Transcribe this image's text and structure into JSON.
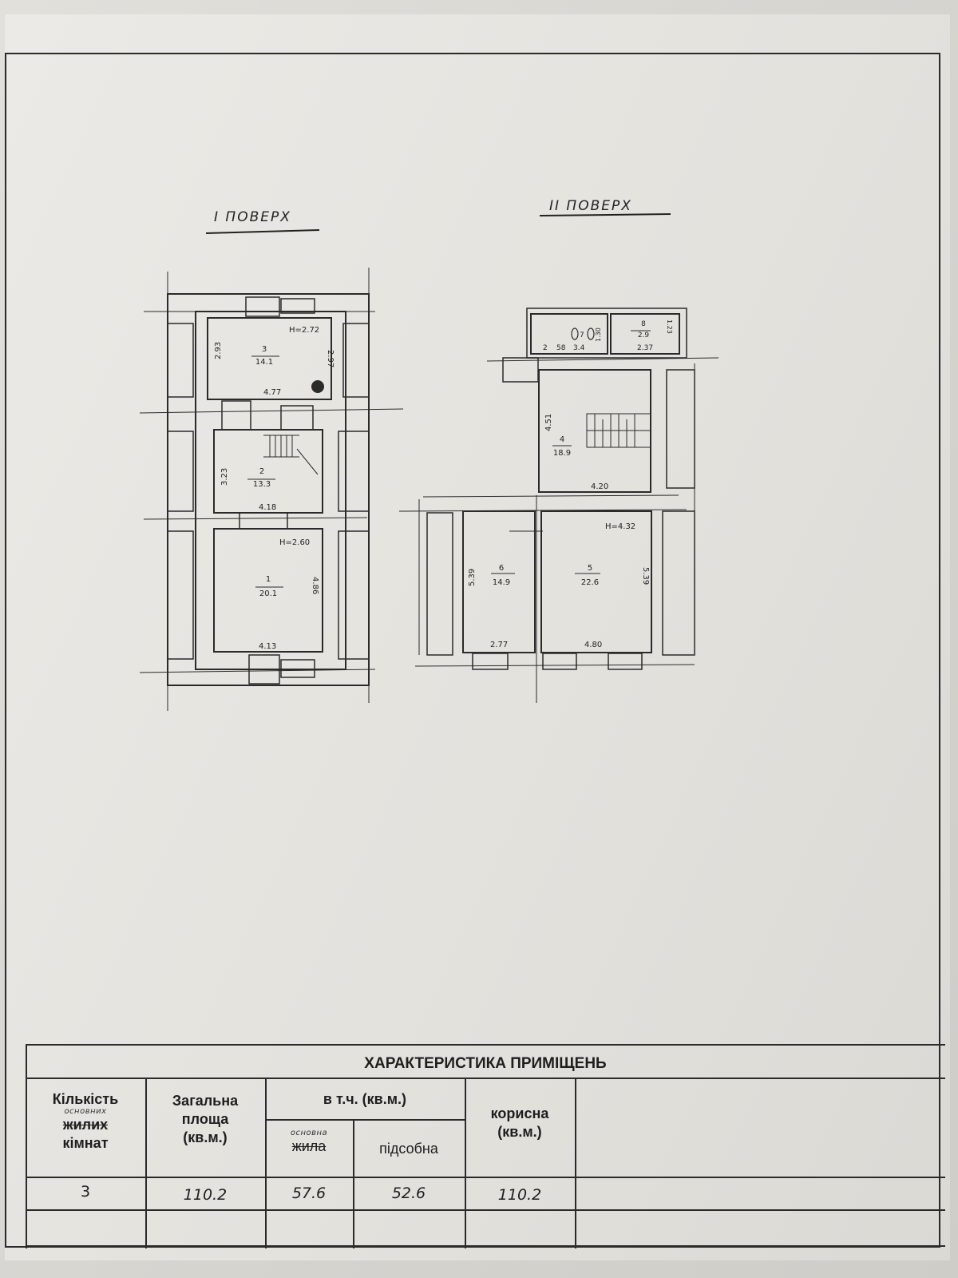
{
  "floors": {
    "first_title": "I ПОВЕРХ",
    "second_title": "II ПОВЕРХ"
  },
  "first_floor_rooms": {
    "room3": {
      "num": "3",
      "area": "14.1",
      "height": "H=2.72",
      "dim_left": "2.93",
      "dim_right": "2.97",
      "dim_bottom": "4.77"
    },
    "room2": {
      "num": "2",
      "area": "13.3",
      "dim_left": "3.23",
      "dim_bottom": "4.18"
    },
    "room1": {
      "num": "1",
      "area": "20.1",
      "height": "H=2.60",
      "dim_right": "4.86",
      "dim_bottom": "4.13"
    }
  },
  "second_floor_rooms": {
    "room7": {
      "num": "7",
      "area": "3.4",
      "dim_a": "2",
      "dim_b": "58",
      "dim_c": "1.30"
    },
    "room8": {
      "num": "8",
      "area": "2.9",
      "dim_a": "1.23",
      "dim_b": "2.37"
    },
    "room4": {
      "num": "4",
      "area": "18.9",
      "dim_left": "4.51",
      "dim_bottom": "4.20"
    },
    "room6": {
      "num": "6",
      "area": "14.9",
      "dim_left": "5.39",
      "dim_bottom": "2.77"
    },
    "room5": {
      "num": "5",
      "area": "22.6",
      "height": "H=4.32",
      "dim_right": "5.39",
      "dim_bottom": "4.80"
    }
  },
  "table": {
    "title": "ХАРАКТЕРИСТИКА ПРИМІЩЕНЬ",
    "col1_line1": "Кількість",
    "col1_hand": "основних",
    "col1_struck": "жилих",
    "col1_line3": "кімнат",
    "col2_line1": "Загальна",
    "col2_line2": "площа",
    "col2_line3": "(кв.м.)",
    "group_header": "в т.ч. (кв.м.)",
    "sub1_hand": "основна",
    "sub1_struck": "жила",
    "sub2": "підсобна",
    "col4_line1": "корисна",
    "col4_line2": "(кв.м.)",
    "values": {
      "rooms": "3",
      "total": "110.2",
      "main": "57.6",
      "auxiliary": "52.6",
      "useful": "110.2"
    }
  }
}
